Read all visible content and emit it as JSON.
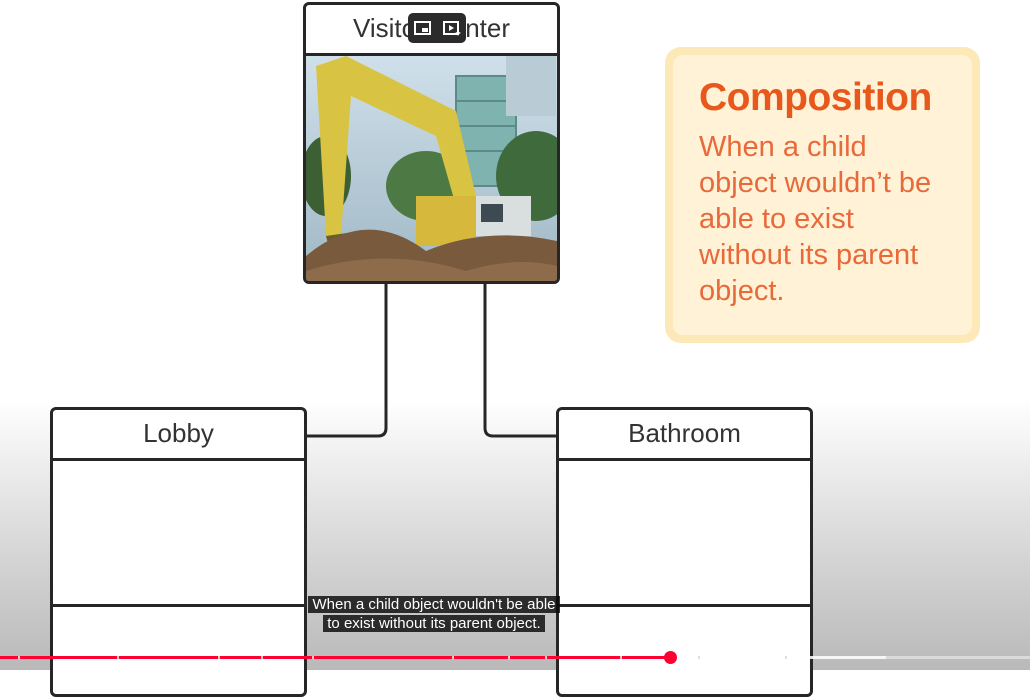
{
  "diagram": {
    "parent": {
      "title": "Visitor Center"
    },
    "children": [
      {
        "title": "Lobby"
      },
      {
        "title": "Bathroom"
      }
    ]
  },
  "card": {
    "title": "Composition",
    "body": "When a child object wouldn’t be able to exist without its parent object."
  },
  "captions": {
    "line1": "When a child object wouldn't be able",
    "line2": "to exist without its parent object."
  },
  "player": {
    "played_fraction": 0.65,
    "buffered_fraction": 0.86,
    "accent_color": "#ff0033"
  },
  "overlay": {
    "icons": [
      "mini-player-icon",
      "ai-summary-icon"
    ]
  }
}
